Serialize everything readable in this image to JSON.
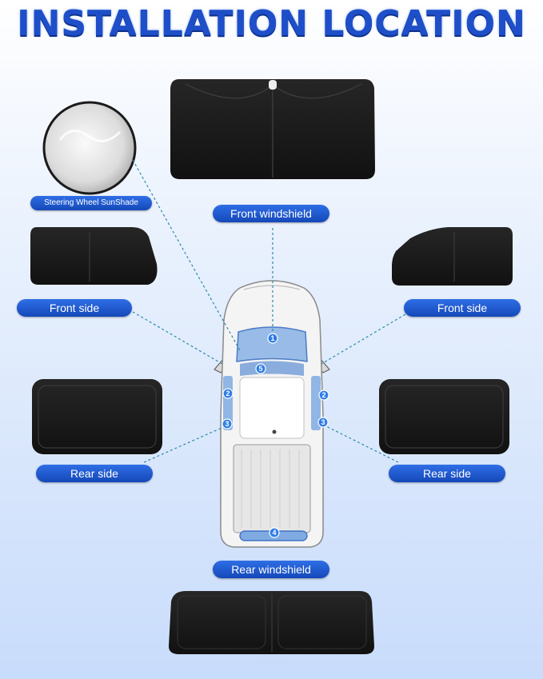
{
  "title": "INSTALLATION LOCATION",
  "labels": {
    "steering": "Steering Wheel SunShade",
    "front_windshield": "Front windshield",
    "front_side_left": "Front side",
    "front_side_right": "Front side",
    "rear_side_left": "Rear side",
    "rear_side_right": "Rear side",
    "rear_windshield": "Rear windshield"
  },
  "markers": {
    "m1": "1",
    "m2l": "2",
    "m2r": "2",
    "m3l": "3",
    "m3r": "3",
    "m4": "4",
    "m5": "5"
  },
  "colors": {
    "title": "#1e4fc8",
    "label_bg": "#1a56c9",
    "shade": "#1b1b1b",
    "marker": "#2f7de8",
    "leader_line": "#2b8aa8"
  }
}
